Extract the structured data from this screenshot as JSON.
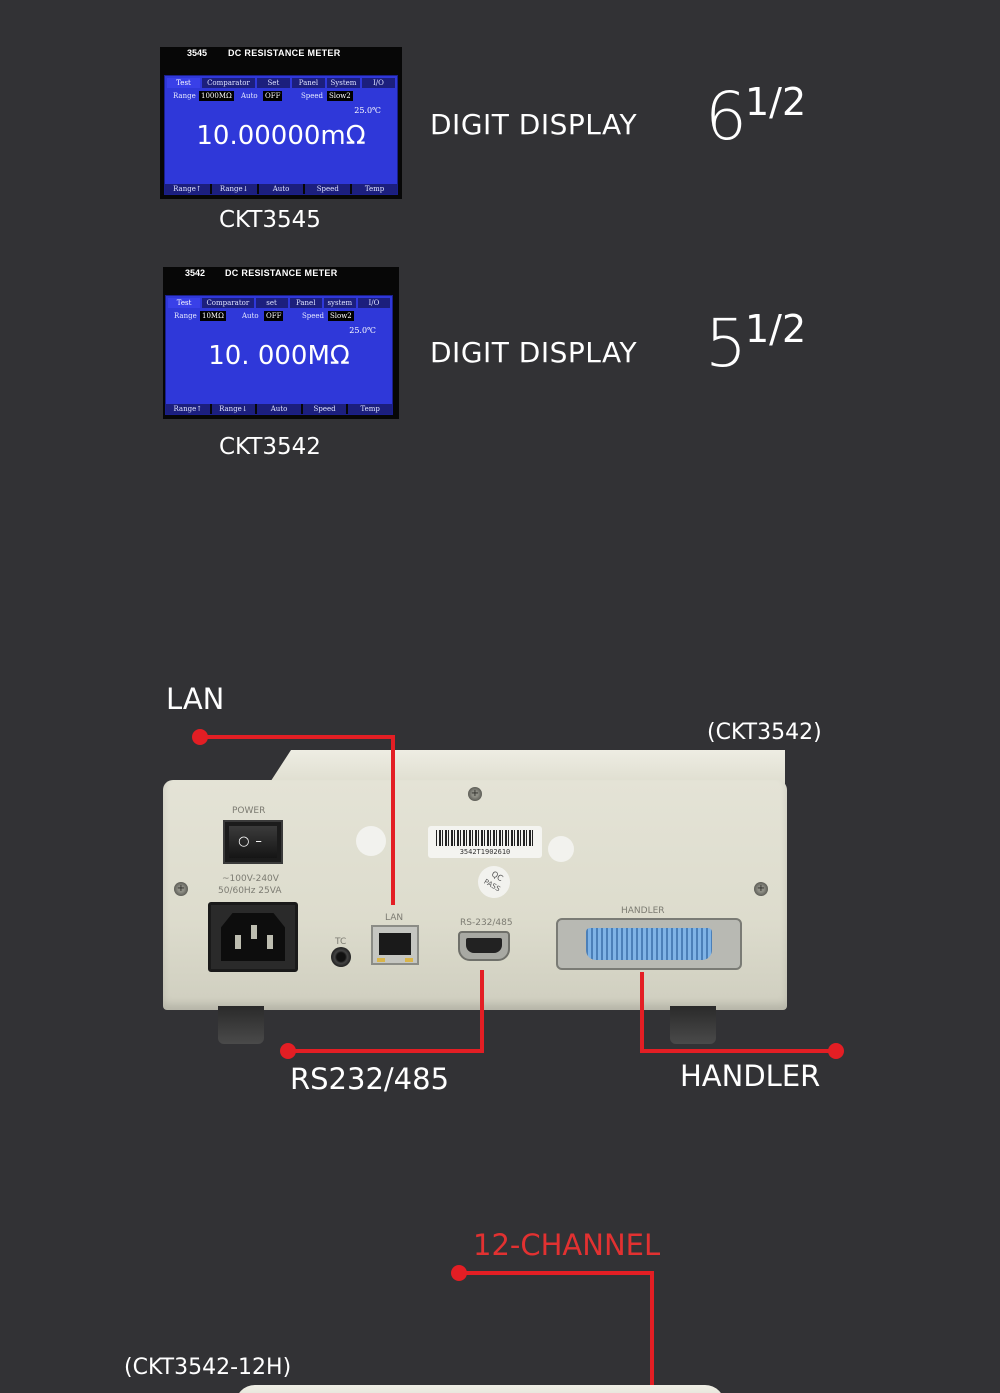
{
  "meters": [
    {
      "model_code": "3545",
      "title": "DC RESISTANCE METER",
      "tabs": [
        "Test",
        "Comparator",
        "Set",
        "Panel",
        "System",
        "I/O"
      ],
      "range_label": "Range",
      "range_value": "1000MΩ",
      "auto_label": "Auto",
      "auto_value": "OFF",
      "speed_label": "Speed",
      "speed_value": "Slow2",
      "temperature": "25.0℃",
      "reading": "10.00000mΩ",
      "softkeys": [
        "Range↑",
        "Range↓",
        "Auto",
        "Speed",
        "Temp"
      ],
      "model_label": "CKT3545",
      "display_label": "DIGIT DISPLAY",
      "digits_whole": "6",
      "digits_fraction": "1/2"
    },
    {
      "model_code": "3542",
      "title": "DC RESISTANCE METER",
      "tabs": [
        "Test",
        "Comparator",
        "set",
        "Panel",
        "system",
        "I/O"
      ],
      "range_label": "Range",
      "range_value": "10MΩ",
      "auto_label": "Auto",
      "auto_value": "OFF",
      "speed_label": "Speed",
      "speed_value": "Slow2",
      "temperature": "25.0℃",
      "reading": "10. 000MΩ",
      "softkeys": [
        "Range↑",
        "Range↓",
        "Auto",
        "Speed",
        "Temp"
      ],
      "model_label": "CKT3542",
      "display_label": "DIGIT DISPLAY",
      "digits_whole": "5",
      "digits_fraction": "1/2"
    }
  ],
  "back_panel": {
    "model_note": "(CKT3542)",
    "callouts": {
      "lan": "LAN",
      "rs232": "RS232/485",
      "handler": "HANDLER"
    },
    "panel_labels": {
      "power": "POWER",
      "voltage": "~100V-240V",
      "frequency": "50/60Hz 25VA",
      "tc": "TC",
      "lan": "LAN",
      "rs232": "RS-232/485",
      "handler": "HANDLER",
      "barcode": "3542T1902610",
      "qc": "QC",
      "pass": "PASS"
    },
    "accent_color": "#e31e24"
  },
  "channel_section": {
    "title": "12-CHANNEL",
    "model_note": "(CKT3542-12H)",
    "title_color": "#e23131"
  }
}
